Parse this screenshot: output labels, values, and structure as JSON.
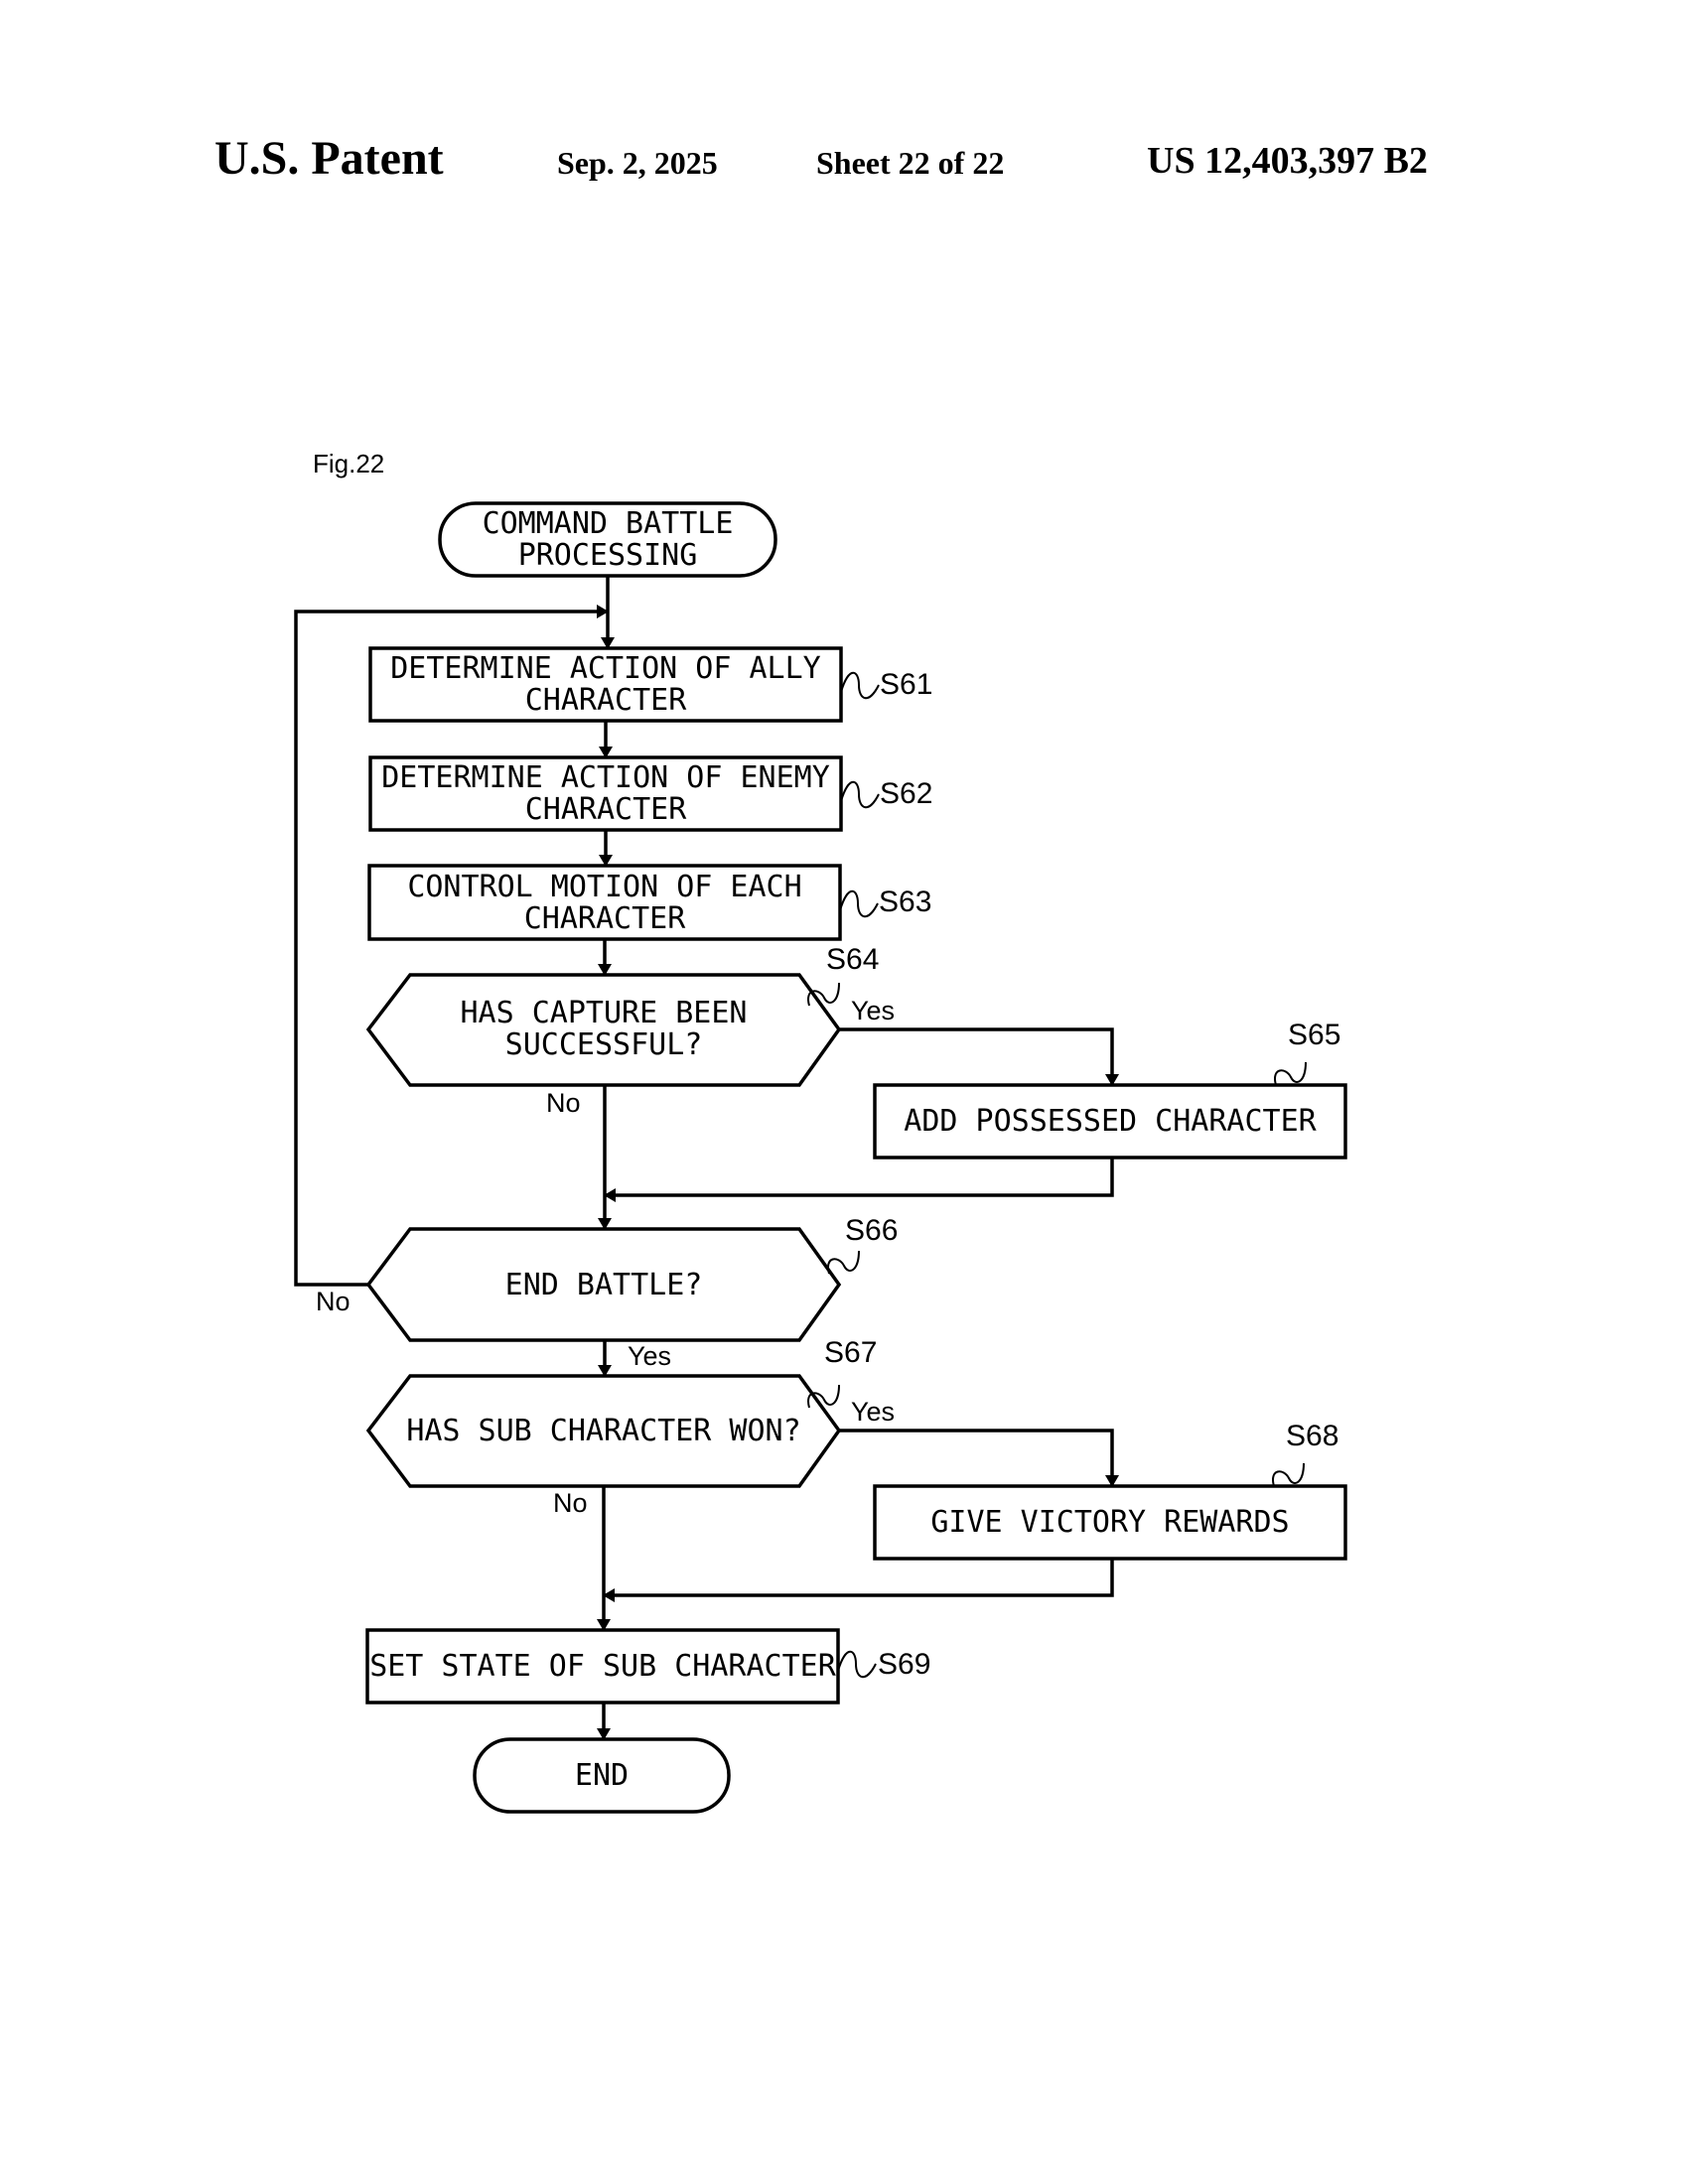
{
  "header": {
    "title": "U.S. Patent",
    "date": "Sep. 2, 2025",
    "sheet": "Sheet 22 of 22",
    "patent_number": "US 12,403,397 B2"
  },
  "figure_label": "Fig.22",
  "flowchart": {
    "start": {
      "line1": "COMMAND BATTLE",
      "line2": "PROCESSING"
    },
    "steps": {
      "s61": {
        "ref": "S61",
        "line1": "DETERMINE ACTION OF ALLY",
        "line2": "CHARACTER"
      },
      "s62": {
        "ref": "S62",
        "line1": "DETERMINE ACTION OF ENEMY",
        "line2": "CHARACTER"
      },
      "s63": {
        "ref": "S63",
        "line1": "CONTROL MOTION OF EACH",
        "line2": "CHARACTER"
      },
      "s64": {
        "ref": "S64",
        "line1": "HAS CAPTURE BEEN",
        "line2": "SUCCESSFUL?"
      },
      "s65": {
        "ref": "S65",
        "line1": "ADD POSSESSED CHARACTER"
      },
      "s66": {
        "ref": "S66",
        "line1": "END BATTLE?"
      },
      "s67": {
        "ref": "S67",
        "line1": "HAS SUB CHARACTER WON?"
      },
      "s68": {
        "ref": "S68",
        "line1": "GIVE VICTORY REWARDS"
      },
      "s69": {
        "ref": "S69",
        "line1": "SET STATE OF SUB CHARACTER"
      }
    },
    "end": {
      "line1": "END"
    },
    "branch_labels": {
      "s64_yes": "Yes",
      "s64_no": "No",
      "s66_yes": "Yes",
      "s66_no": "No",
      "s67_yes": "Yes",
      "s67_no": "No"
    }
  }
}
